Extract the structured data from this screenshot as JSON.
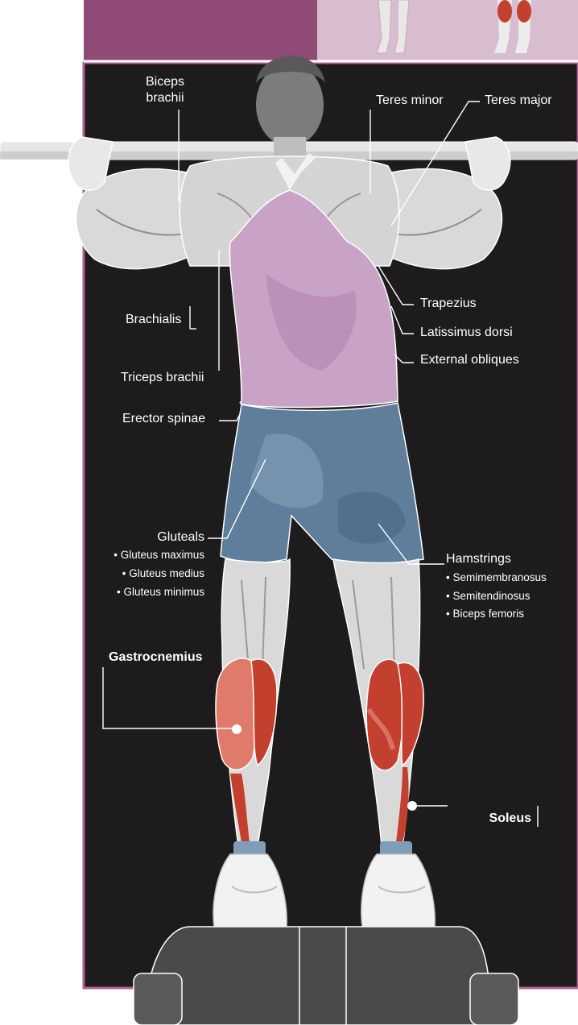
{
  "colors": {
    "background_dark": "#1d1b1c",
    "top_panel": "#8f4a76",
    "top_panel_light": "#d8bdd0",
    "border_pink": "#b15d8f",
    "skin": "#d9d9d9",
    "skin_shadow": "#9a9a9a",
    "tank_top": "#c9a3c6",
    "shorts": "#5e7e9c",
    "highlight_muscle": "#c3402e",
    "leader_line": "#ffffff"
  },
  "labels": {
    "biceps_brachii": {
      "line1": "Biceps",
      "line2": "brachii"
    },
    "teres_minor": "Teres minor",
    "teres_major": "Teres major",
    "brachialis": "Brachialis",
    "trapezius": "Trapezius",
    "latissimus_dorsi": "Latissimus dorsi",
    "external_obliques": "External obliques",
    "triceps_brachii": "Triceps brachii",
    "erector_spinae": "Erector spinae",
    "gluteals": {
      "title": "Gluteals",
      "items": [
        "• Gluteus maximus",
        "• Gluteus medius",
        "• Gluteus minimus"
      ]
    },
    "hamstrings": {
      "title": "Hamstrings",
      "items": [
        "• Semimembranosus",
        "• Semitendinosus",
        "• Biceps femoris"
      ]
    },
    "gastrocnemius": "Gastrocnemius",
    "soleus": "Soleus"
  }
}
